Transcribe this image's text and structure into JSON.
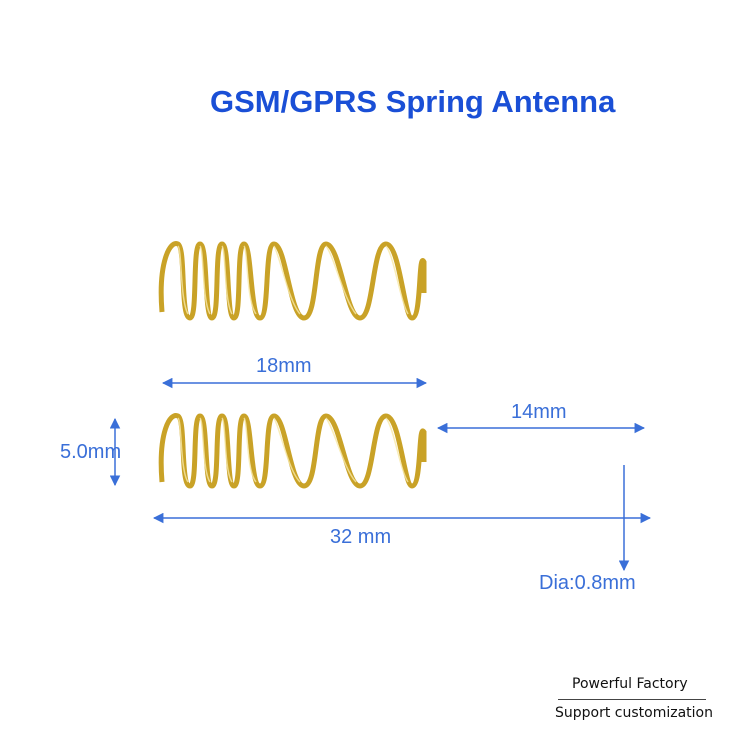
{
  "title": "GSM/GPRS Spring Antenna",
  "dimensions": {
    "coil_length": "18mm",
    "straight_length": "14mm",
    "coil_diameter": "5.0mm",
    "total_length": "32 mm",
    "wire_diameter": "Dia:0.8mm"
  },
  "footer": {
    "line1": "Powerful Factory",
    "line2": "Support customization"
  },
  "colors": {
    "title": "#1a4fd6",
    "dimension": "#3a6fd8",
    "gold": "#c9a227"
  }
}
